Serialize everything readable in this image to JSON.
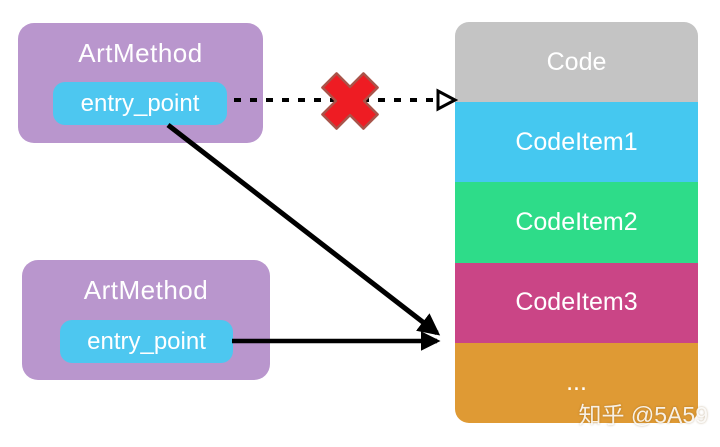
{
  "art_methods": [
    {
      "title": "ArtMethod",
      "field": "entry_point"
    },
    {
      "title": "ArtMethod",
      "field": "entry_point"
    }
  ],
  "memory_column": {
    "rows": [
      {
        "label": "Code",
        "color": "#c4c4c4"
      },
      {
        "label": "CodeItem1",
        "color": "#45c8f0"
      },
      {
        "label": "CodeItem2",
        "color": "#2edc89"
      },
      {
        "label": "CodeItem3",
        "color": "#ca4586"
      },
      {
        "label": "...",
        "color": "#df9a34"
      }
    ]
  },
  "colors": {
    "box_purple": "#b996cd",
    "field_cyan": "#4dc7f0",
    "arrow_black": "#000000",
    "cross_red": "#ee1c23",
    "cross_outline": "#a9544a"
  },
  "watermark": "知乎 @5A59"
}
